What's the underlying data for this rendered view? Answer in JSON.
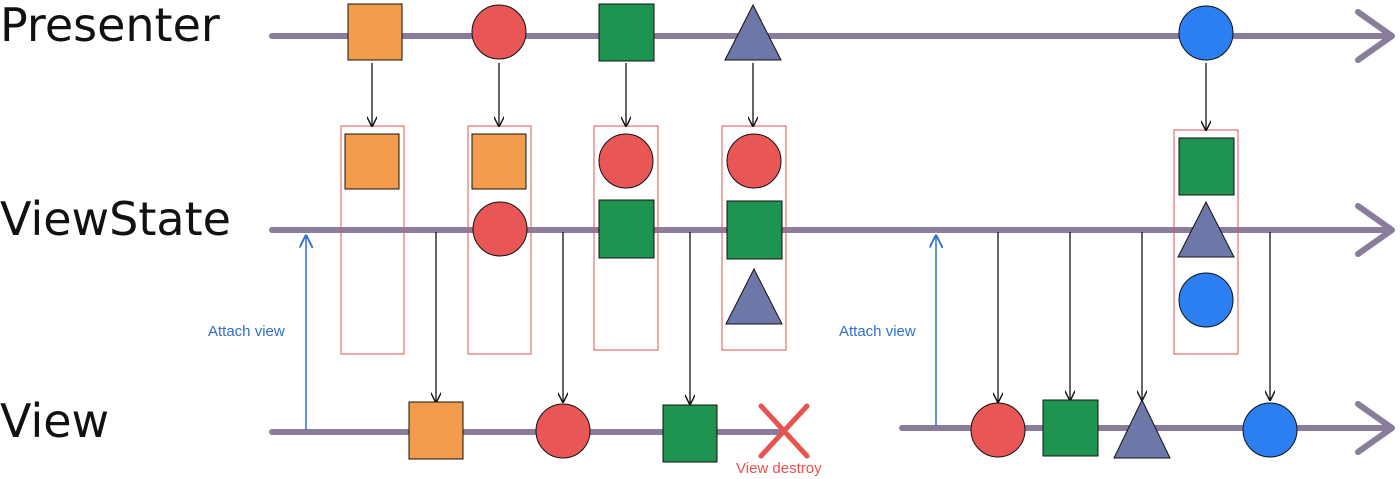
{
  "lanes": {
    "presenter": "Presenter",
    "viewstate": "ViewState",
    "view": "View"
  },
  "annotations": {
    "attach_view_1": "Attach view",
    "attach_view_2": "Attach view",
    "view_destroy": "View destroy"
  },
  "colors": {
    "timeline": "#8a7d9c",
    "orange": "#f39c4d",
    "red": "#e85656",
    "green": "#1f9450",
    "purple": "#6d77a8",
    "blue": "#2b7ff0",
    "state_box": "#e05353",
    "annotation_blue": "#2f6fd0",
    "destroy_red": "#e8524f"
  },
  "emissions": {
    "presenter": [
      "orange-square",
      "red-circle",
      "green-square",
      "purple-triangle",
      "blue-circle"
    ],
    "viewstate_snapshots": [
      [
        "orange-square"
      ],
      [
        "orange-square",
        "red-circle"
      ],
      [
        "red-circle",
        "green-square"
      ],
      [
        "red-circle",
        "green-square",
        "purple-triangle"
      ],
      [
        "green-square",
        "purple-triangle",
        "blue-circle"
      ]
    ],
    "view_first_attach": [
      "orange-square",
      "red-circle",
      "green-square"
    ],
    "view_second_attach": [
      "red-circle",
      "green-square",
      "purple-triangle",
      "blue-circle"
    ]
  }
}
